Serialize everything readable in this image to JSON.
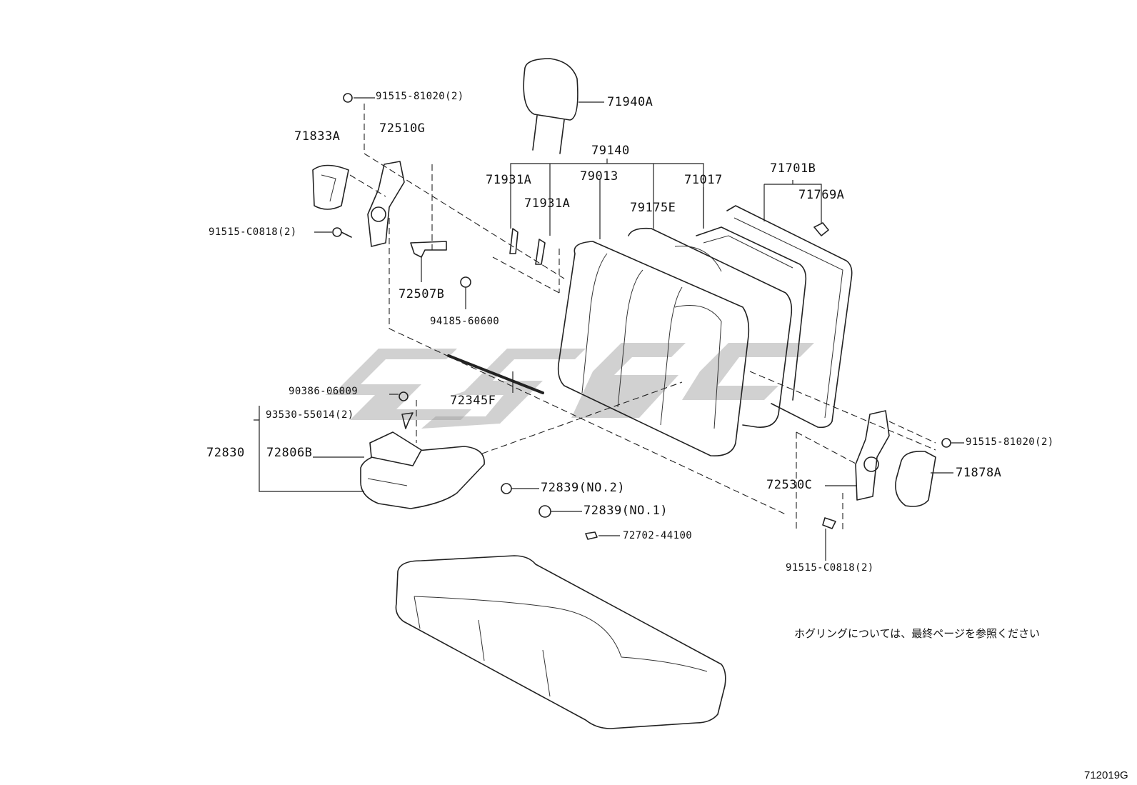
{
  "diagram": {
    "labels": [
      {
        "id": "l-91515-81020-a",
        "text": "91515-81020(2)"
      },
      {
        "id": "l-71940a",
        "text": "71940A"
      },
      {
        "id": "l-71833a",
        "text": "71833A"
      },
      {
        "id": "l-72510g",
        "text": "72510G"
      },
      {
        "id": "l-79140",
        "text": "79140"
      },
      {
        "id": "l-71701b",
        "text": "71701B"
      },
      {
        "id": "l-71931a-1",
        "text": "71931A"
      },
      {
        "id": "l-79013",
        "text": "79013"
      },
      {
        "id": "l-71017",
        "text": "71017"
      },
      {
        "id": "l-71769a",
        "text": "71769A"
      },
      {
        "id": "l-71931a-2",
        "text": "71931A"
      },
      {
        "id": "l-79175e",
        "text": "79175E"
      },
      {
        "id": "l-91515-c0818-a",
        "text": "91515-C0818(2)"
      },
      {
        "id": "l-72507b",
        "text": "72507B"
      },
      {
        "id": "l-94185-60600",
        "text": "94185-60600"
      },
      {
        "id": "l-90386-06009",
        "text": "90386-06009"
      },
      {
        "id": "l-72345f",
        "text": "72345F"
      },
      {
        "id": "l-93530-55014",
        "text": "93530-55014(2)"
      },
      {
        "id": "l-72830",
        "text": "72830"
      },
      {
        "id": "l-72806b",
        "text": "72806B"
      },
      {
        "id": "l-91515-81020-b",
        "text": "91515-81020(2)"
      },
      {
        "id": "l-71878a",
        "text": "71878A"
      },
      {
        "id": "l-72530c",
        "text": "72530C"
      },
      {
        "id": "l-72839-no2",
        "text": "72839(NO.2)"
      },
      {
        "id": "l-72839-no1",
        "text": "72839(NO.1)"
      },
      {
        "id": "l-72702-44100",
        "text": "72702-44100"
      },
      {
        "id": "l-91515-c0818-b",
        "text": "91515-C0818(2)"
      }
    ],
    "note": "ホグリングについては、最終ページを参照ください",
    "figure_code": "712019G"
  }
}
